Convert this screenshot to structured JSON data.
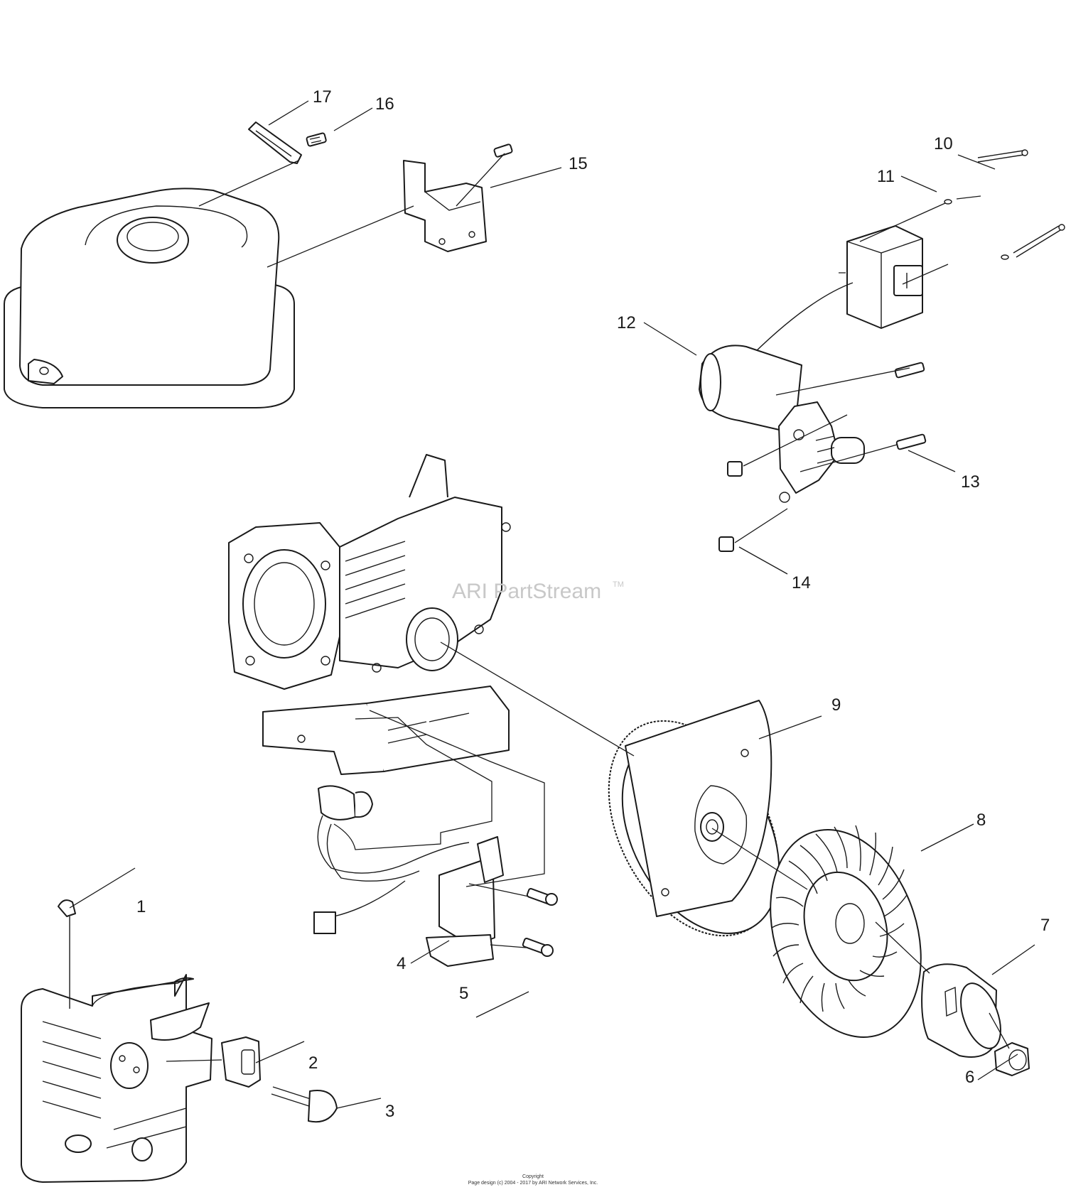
{
  "callouts": [
    {
      "id": "1",
      "label": "1"
    },
    {
      "id": "2",
      "label": "2"
    },
    {
      "id": "3",
      "label": "3"
    },
    {
      "id": "4",
      "label": "4"
    },
    {
      "id": "5",
      "label": "5"
    },
    {
      "id": "6",
      "label": "6"
    },
    {
      "id": "7",
      "label": "7"
    },
    {
      "id": "8",
      "label": "8"
    },
    {
      "id": "9",
      "label": "9"
    },
    {
      "id": "10",
      "label": "10"
    },
    {
      "id": "11",
      "label": "11"
    },
    {
      "id": "12",
      "label": "12"
    },
    {
      "id": "13",
      "label": "13"
    },
    {
      "id": "14",
      "label": "14"
    },
    {
      "id": "15",
      "label": "15"
    },
    {
      "id": "16",
      "label": "16"
    },
    {
      "id": "17",
      "label": "17"
    }
  ],
  "watermark": {
    "text": "ARI PartStream",
    "mark": "TM"
  },
  "footer": {
    "line1": "Copyright",
    "line2": "Page design (c) 2004 - 2017 by ARI Network Services, Inc."
  }
}
